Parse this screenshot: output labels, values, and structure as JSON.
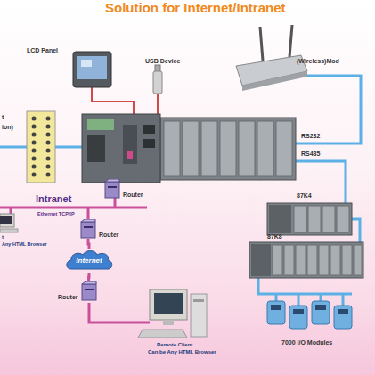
{
  "diagram": {
    "title": "Solution for Internet/Intranet",
    "nodes": [
      {
        "text": [
          "Router"
        ]
      },
      {
        "text": [
          "Router"
        ]
      },
      {
        "text": [
          "Internet"
        ]
      },
      {
        "text": [
          "Router"
        ]
      }
    ],
    "edges": [
      {
        "from": 1,
        "to": 2,
        "arrow": "none"
      },
      {
        "from": 2,
        "to": 3,
        "arrow": "none"
      }
    ],
    "labels": [
      "LCD Panel",
      "USB Device",
      "(Wireless)Mod",
      "t",
      "ion)",
      "RS232",
      "RS485",
      "Intranet",
      "Ethernet TCP/IP",
      "87K4",
      "87K8",
      "t",
      "Any HTML Browser",
      "7000 I/O Modules",
      "Remote Client",
      "Can be Any HTML Browser"
    ]
  }
}
